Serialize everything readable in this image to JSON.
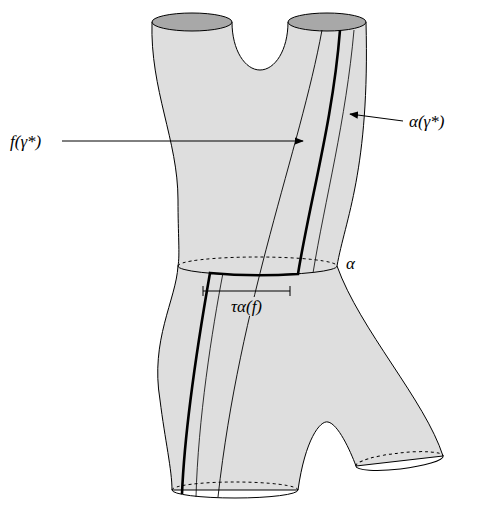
{
  "diagram": {
    "labels": [
      "f(γ*)",
      "α(γ*)",
      "α",
      "τα(f)"
    ]
  }
}
